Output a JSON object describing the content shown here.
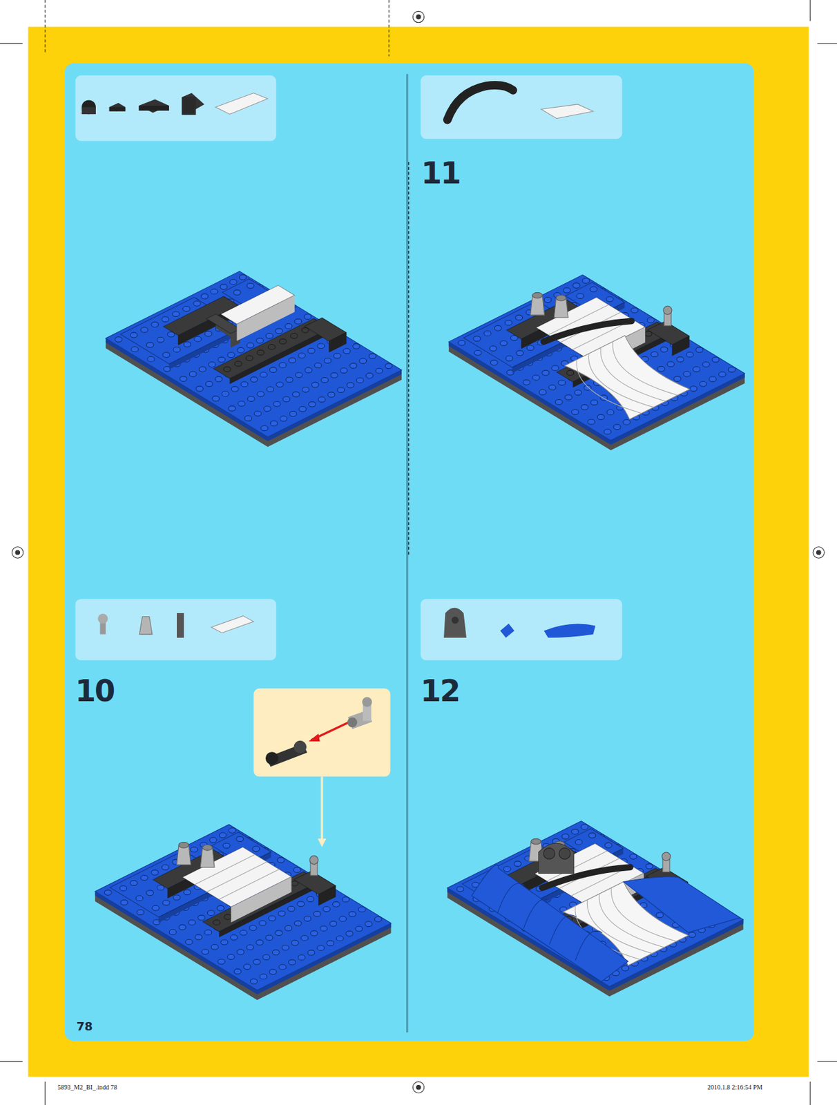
{
  "diagram": {
    "labels": [
      "11",
      "10",
      "12",
      "78",
      "5893_M2_BI_.indd 78",
      "2010.1.8 2:16:54 PM"
    ]
  }
}
